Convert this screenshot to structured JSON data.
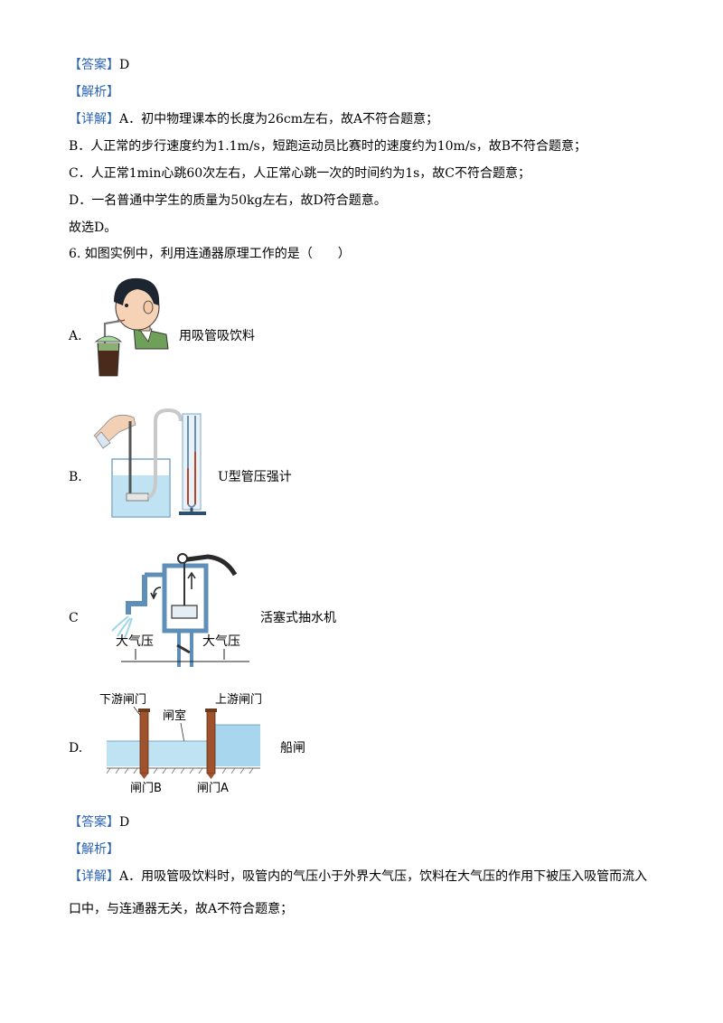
{
  "answer1": {
    "tag": "【答案】",
    "value": "D"
  },
  "analysis1": {
    "tag": "【解析】"
  },
  "detail1": {
    "tag": "【详解】",
    "line_a": "A．初中物理课本的长度为26cm左右，故A不符合题意；",
    "line_b": "B．人正常的步行速度约为1.1m/s，短跑运动员比赛时的速度约为10m/s，故B不符合题意；",
    "line_c": "C．人正常1min心跳60次左右，人正常心跳一次的时间约为1s，故C不符合题意；",
    "line_d": "D．一名普通中学生的质量为50kg左右，故D符合题意。",
    "conclusion": "故选D。"
  },
  "question6": {
    "stem": "6. 如图实例中，利用连通器原理工作的是（　　）",
    "options": [
      {
        "letter": "A.",
        "caption": "用吸管吸饮料",
        "icon": "drinking-straw-boy"
      },
      {
        "letter": "B.",
        "caption": "U型管压强计",
        "icon": "u-tube-manometer"
      },
      {
        "letter": "C",
        "caption": "活塞式抽水机",
        "icon": "piston-pump",
        "labels": {
          "left": "大气压",
          "right": "大气压"
        }
      },
      {
        "letter": "D.",
        "caption": "船闸",
        "icon": "ship-lock",
        "labels": {
          "downstream_gate": "下游闸门",
          "upstream_gate": "上游闸门",
          "chamber": "闸室",
          "gate_b": "闸门B",
          "gate_a": "闸门A"
        }
      }
    ]
  },
  "answer2": {
    "tag": "【答案】",
    "value": "D"
  },
  "analysis2": {
    "tag": "【解析】"
  },
  "detail2": {
    "tag": "【详解】",
    "line_a1": "A．用吸管吸饮料时，吸管内的气压小于外界大气压，饮料在大气压的作用下被压入吸管而流入",
    "line_a2": "口中，与连通器无关，故A不符合题意；"
  },
  "colors": {
    "tag": "#2b63b5",
    "water": "#bfe3f3",
    "pipe": "#5d8fb8",
    "gate": "#a0522d"
  }
}
